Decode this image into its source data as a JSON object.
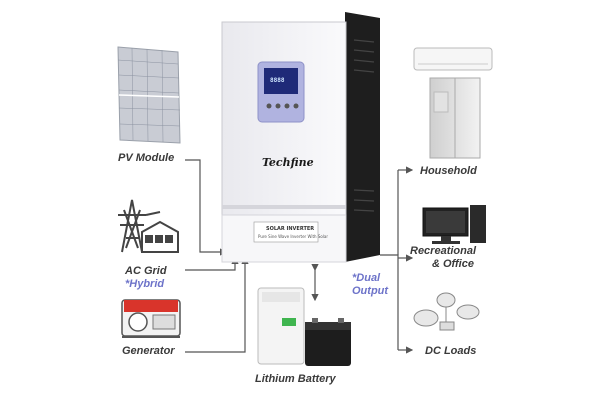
{
  "inverter": {
    "brand": "Techfine",
    "plate_title": "SOLAR INVERTER",
    "plate_subtitle": "Pure Sine Wave Inverter With Solar",
    "screen_value": "8888"
  },
  "labels": {
    "pv_module": "PV Module",
    "ac_grid": "AC Grid",
    "hybrid": "*Hybrid",
    "generator": "Generator",
    "lithium_battery": "Lithium Battery",
    "household": "Household",
    "recreational": "Recreational",
    "office": "& Office",
    "dual": "*Dual",
    "output": "Output",
    "dc_loads": "DC Loads"
  },
  "colors": {
    "text": "#3a3a3a",
    "accent": "#6d73c9",
    "line": "#555555",
    "inverter_body": "#f4f4f6",
    "inverter_side": "#1e1e1e"
  }
}
